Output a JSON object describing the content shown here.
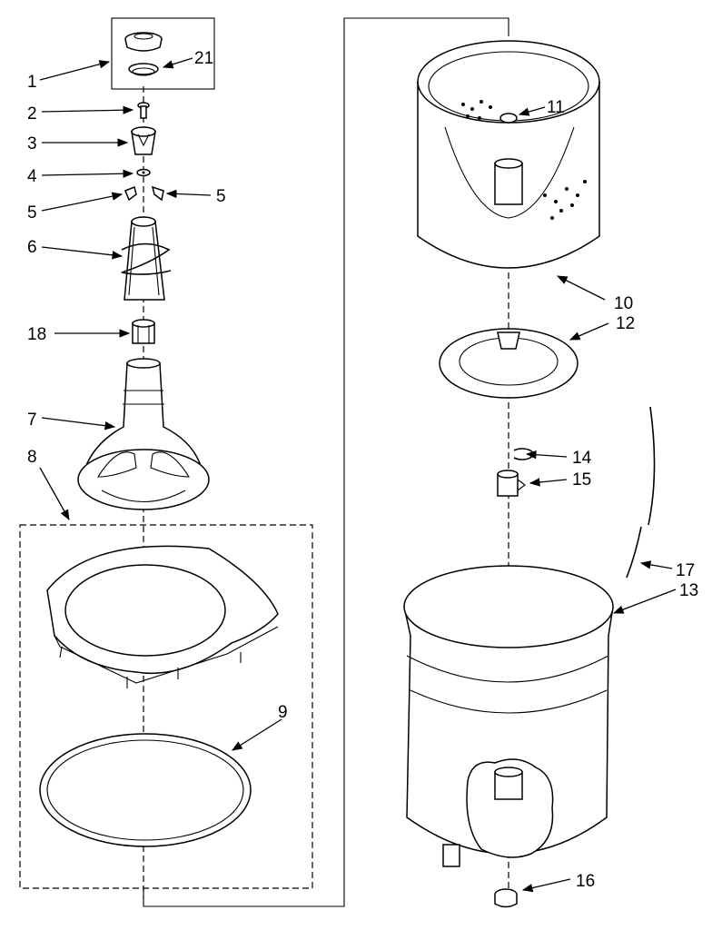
{
  "diagram": {
    "callouts": [
      "1",
      "21",
      "2",
      "3",
      "4",
      "5",
      "5",
      "6",
      "18",
      "7",
      "8",
      "9",
      "11",
      "10",
      "12",
      "14",
      "15",
      "17",
      "13",
      "16"
    ]
  }
}
